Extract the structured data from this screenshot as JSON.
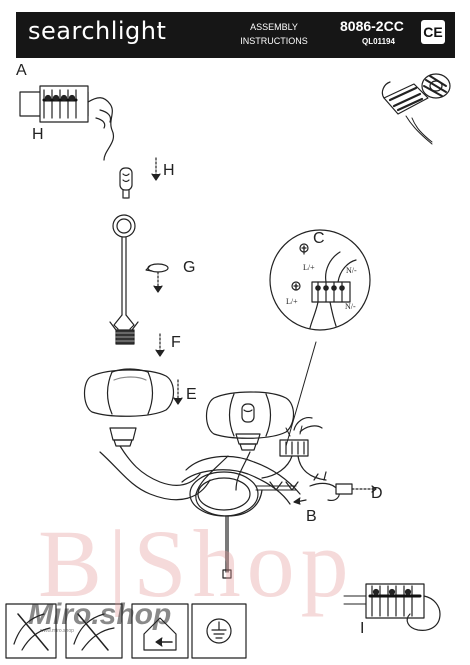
{
  "header": {
    "brand": "searchlight",
    "assembly_line1": "ASSEMBLY",
    "assembly_line2": "INSTRUCTIONS",
    "model": "8086-2CC",
    "code": "QL01194",
    "ce_mark": "CE"
  },
  "steps": {
    "a": "A",
    "b": "B",
    "c": "C",
    "d": "D",
    "e": "E",
    "f": "F",
    "g": "G",
    "h_top": "H",
    "h_left": "H",
    "i": "I"
  },
  "wiring": {
    "live_top": "L/+",
    "neutral_top": "N/-",
    "live_bottom": "L/+",
    "neutral_bottom": "N/-"
  },
  "watermark": {
    "main": "B|Shop",
    "secondary": "Miro.shop",
    "tagline": "www.miro.shop"
  },
  "icons": [
    "hand-wiring-icon",
    "hand-wiring-icon",
    "indoor-home-icon",
    "earth-ground-icon"
  ],
  "colors": {
    "header_bg": "#161616",
    "line": "#222222",
    "watermark": "#e19696"
  }
}
